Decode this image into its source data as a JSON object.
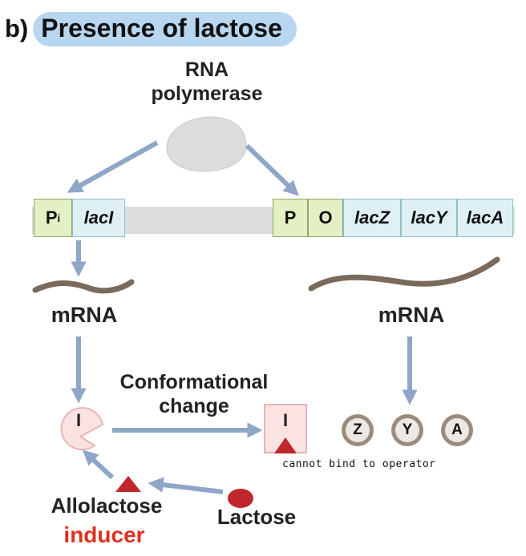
{
  "title": {
    "prefix": "b)",
    "text": "Presence of lactose"
  },
  "rna_polymerase_label": "RNA\npolymerase",
  "genes": {
    "pi": {
      "main": "P",
      "sub": "i"
    },
    "lacI": "lacI",
    "p": "P",
    "o": "O",
    "lacZ": "lacZ",
    "lacY": "lacY",
    "lacA": "lacA"
  },
  "mrna_left": "mRNA",
  "mrna_right": "mRNA",
  "repressor_left": "I",
  "repressor_right": "I",
  "conformational_label": "Conformational\nchange",
  "proteins": [
    "Z",
    "Y",
    "A"
  ],
  "handwritten_note": "cannot bind to operator",
  "allolactose_label": "Allolactose",
  "inducer_label": "inducer",
  "lactose_label": "Lactose",
  "colors": {
    "title_pill": "#b9d6f0",
    "arrow": "#8ea6c8",
    "inducer": "#e0301e",
    "allolactose_shape": "#c0272d",
    "mrna_strand": "#7a6a5c",
    "dna_bar": "#dcdcdc"
  }
}
